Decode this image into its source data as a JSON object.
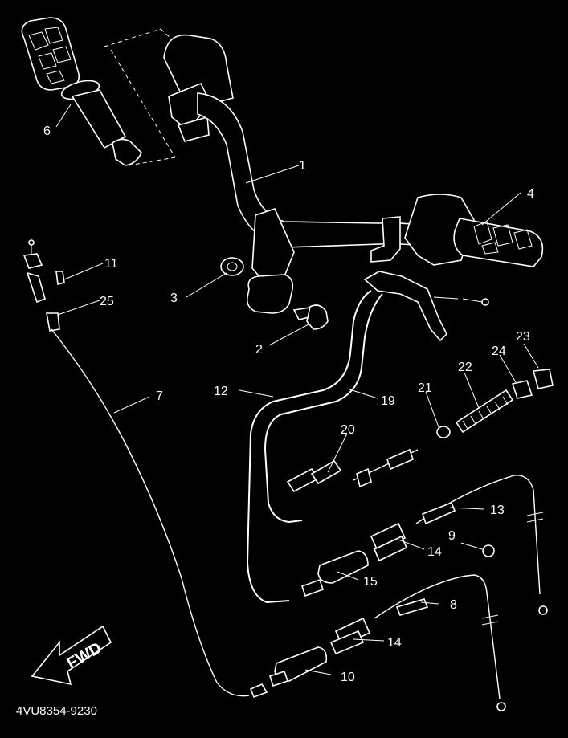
{
  "diagram": {
    "part_number": "4VU8354-9230",
    "direction_label": "FWD",
    "callouts": {
      "c1": "1",
      "c2": "2",
      "c3": "3",
      "c4": "4",
      "c6": "6",
      "c7": "7",
      "c8": "8",
      "c9": "9",
      "c10": "10",
      "c11": "11",
      "c12": "12",
      "c13": "13",
      "c14a": "14",
      "c14b": "14",
      "c15": "15",
      "c19": "19",
      "c20": "20",
      "c21": "21",
      "c22": "22",
      "c23": "23",
      "c24": "24",
      "c25": "25"
    },
    "colors": {
      "background": "#000000",
      "line": "#ffffff"
    }
  }
}
